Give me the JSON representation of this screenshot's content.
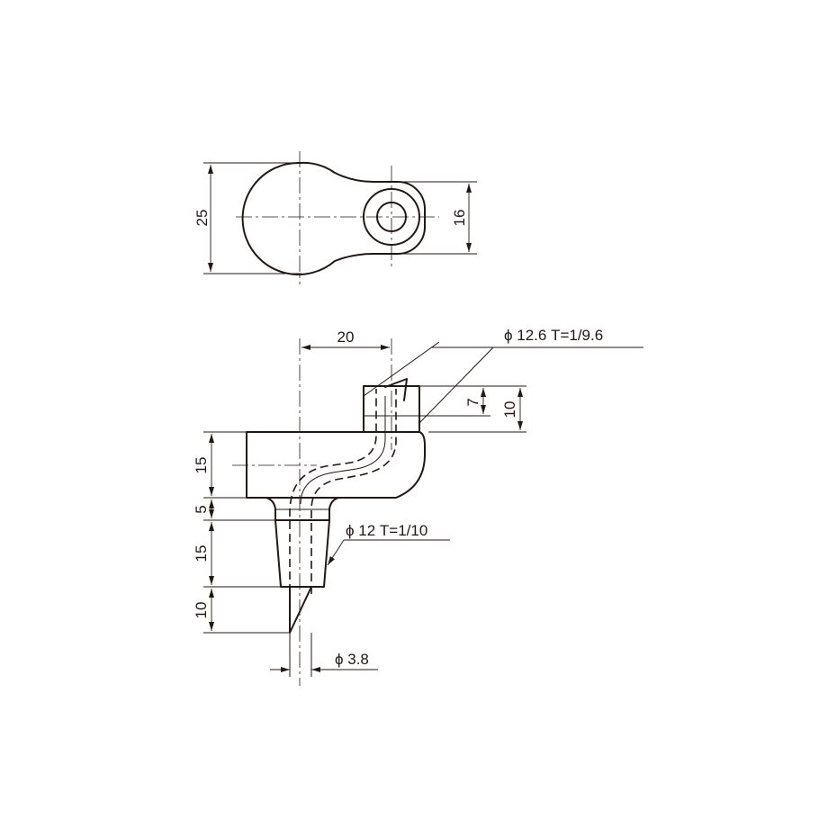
{
  "top_view": {
    "dim_overall_height": "25",
    "dim_ear_height": "16"
  },
  "front_view": {
    "dim_offset": "20",
    "dim_upper_taper": "ϕ 12.6  T=1/9.6",
    "dim_taper_length": "7",
    "dim_boss_height": "10",
    "dim_body_height": "15",
    "dim_collar": "5",
    "dim_lower_length": "15",
    "dim_lower_taper": "ϕ 12 T=1/10",
    "dim_tip_length": "10",
    "dim_tip_diameter": "ϕ 3.8"
  }
}
